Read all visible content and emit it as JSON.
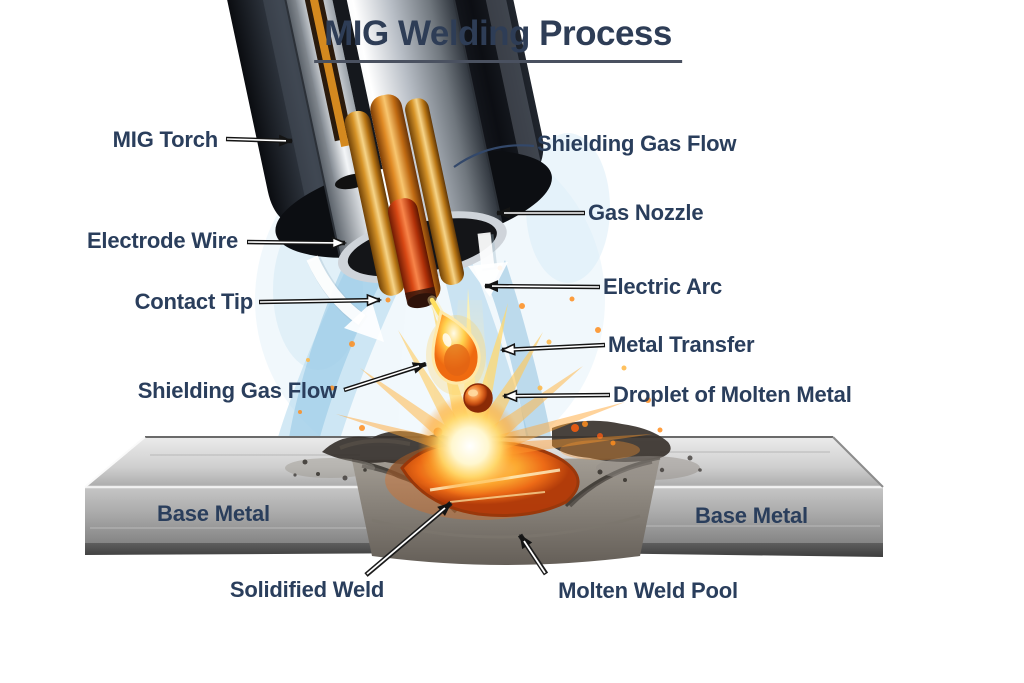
{
  "title": "MIG Welding Process",
  "labels": {
    "mig_torch": "MIG Torch",
    "shielding_gas_flow_right": "Shielding Gas Flow",
    "gas_nozzle": "Gas Nozzle",
    "electrode_wire": "Electrode Wire",
    "electric_arc": "Electric Arc",
    "contact_tip": "Contact Tip",
    "metal_transfer": "Metal Transfer",
    "shielding_gas_flow_left": "Shielding Gas Flow",
    "droplet_of_molten_metal": "Droplet of Molten Metal",
    "base_metal_left": "Base Metal",
    "base_metal_right": "Base Metal",
    "solidified_weld": "Solidified Weld",
    "molten_weld_pool": "Molten Weld Pool"
  },
  "colors": {
    "label_text": "#2a3e5c",
    "title_text": "#2e3d56",
    "shielding_gas_blue": "#8ec4e4",
    "arc_orange": "#ff8c1e",
    "molten_pool_orange": "#ef6a14",
    "copper": "#d4891f",
    "torch_black": "#15181f",
    "nozzle_silver": "#d9dde2",
    "base_metal_gray": "#b5b5b5"
  }
}
